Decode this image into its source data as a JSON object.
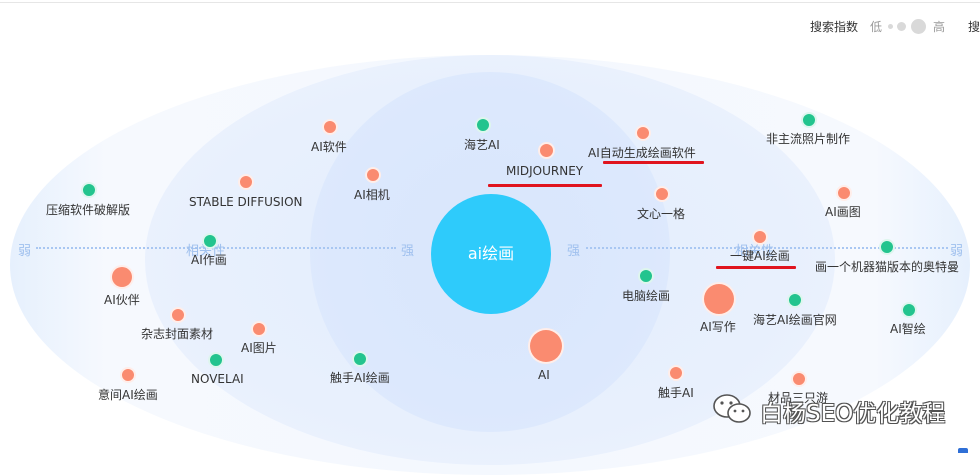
{
  "legend": {
    "title": "搜索指数",
    "low": "低",
    "high": "高",
    "cut_text": "搜"
  },
  "center": {
    "label": "ai绘画",
    "color": "#2ecbfb"
  },
  "axis": {
    "weak_left": "弱",
    "weak_right": "弱",
    "relevance": "相关性",
    "strong": "强"
  },
  "colors": {
    "orange": "#fa8b70",
    "green": "#23c48e",
    "underline": "#e0141e"
  },
  "keywords": [
    {
      "label": "压缩软件破解版",
      "color": "green",
      "size": "small"
    },
    {
      "label": "AI软件",
      "color": "orange",
      "size": "small"
    },
    {
      "label": "STABLE DIFFUSION",
      "color": "orange",
      "size": "small"
    },
    {
      "label": "AI相机",
      "color": "orange",
      "size": "small"
    },
    {
      "label": "海艺AI",
      "color": "green",
      "size": "small"
    },
    {
      "label": "MIDJOURNEY",
      "color": "orange",
      "size": "small"
    },
    {
      "label": "AI自动生成绘画软件",
      "color": "orange",
      "size": "small"
    },
    {
      "label": "非主流照片制作",
      "color": "green",
      "size": "small"
    },
    {
      "label": "文心一格",
      "color": "orange",
      "size": "small"
    },
    {
      "label": "AI画图",
      "color": "orange",
      "size": "small"
    },
    {
      "label": "AI作画",
      "color": "green",
      "size": "small"
    },
    {
      "label": "一键AI绘画",
      "color": "orange",
      "size": "small"
    },
    {
      "label": "画一个机器猫版本的奥特曼",
      "color": "green",
      "size": "small"
    },
    {
      "label": "AI伙伴",
      "color": "orange",
      "size": "medium"
    },
    {
      "label": "电脑绘画",
      "color": "green",
      "size": "small"
    },
    {
      "label": "AI写作",
      "color": "orange",
      "size": "large"
    },
    {
      "label": "海艺AI绘画官网",
      "color": "green",
      "size": "small"
    },
    {
      "label": "AI智绘",
      "color": "green",
      "size": "small"
    },
    {
      "label": "杂志封面素材",
      "color": "orange",
      "size": "small"
    },
    {
      "label": "AI图片",
      "color": "orange",
      "size": "small"
    },
    {
      "label": "NOVELAI",
      "color": "green",
      "size": "small"
    },
    {
      "label": "触手AI绘画",
      "color": "green",
      "size": "small"
    },
    {
      "label": "AI",
      "color": "orange",
      "size": "large"
    },
    {
      "label": "意间AI绘画",
      "color": "orange",
      "size": "small"
    },
    {
      "label": "触手AI",
      "color": "orange",
      "size": "small"
    },
    {
      "label": "材品三只游",
      "color": "orange",
      "size": "small"
    }
  ],
  "watermark": "白杨SEO优化教程"
}
